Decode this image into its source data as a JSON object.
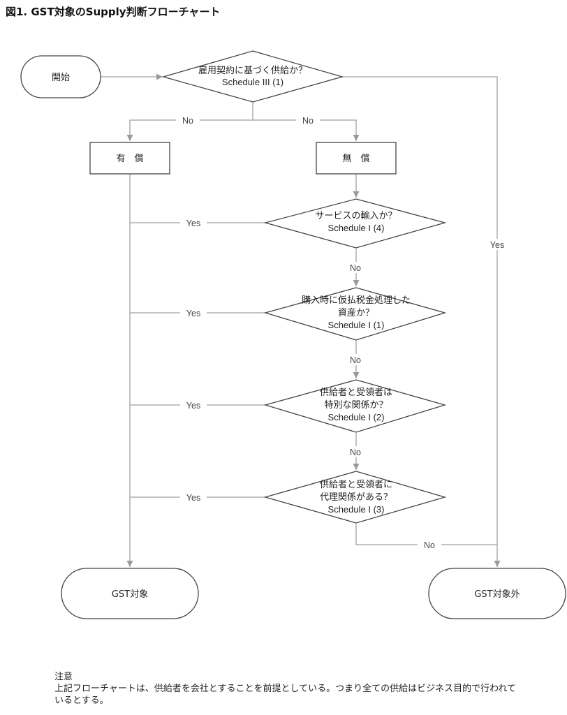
{
  "title": "図1. GST対象のSupply判断フローチャート",
  "nodes": {
    "start": "開始",
    "employment_q": [
      "雇用契約に基づく供給か？",
      "Schedule III (1)"
    ],
    "paid": "有　償",
    "free": "無　償",
    "import_q": [
      "サービスの輸入か？",
      "Schedule I (4)"
    ],
    "input_tax_q": [
      "購入時に仮払税金処理した",
      "資産か？",
      "Schedule I (1)"
    ],
    "related_q": [
      "供給者と受領者は",
      "特別な関係か？",
      "Schedule I (2)"
    ],
    "agency_q": [
      "供給者と受領者に",
      "代理関係がある？",
      "Schedule I (3)"
    ],
    "gst_taxable": "GST対象",
    "gst_exempt": "GST対象外"
  },
  "edge_labels": {
    "no": "No",
    "yes": "Yes"
  },
  "note": {
    "heading": "注意",
    "lines": [
      "上記フローチャートは、供給者を会社とすることを前提としている。つまり全ての供給はビジネス目的で行われて",
      "いるとする。"
    ]
  }
}
